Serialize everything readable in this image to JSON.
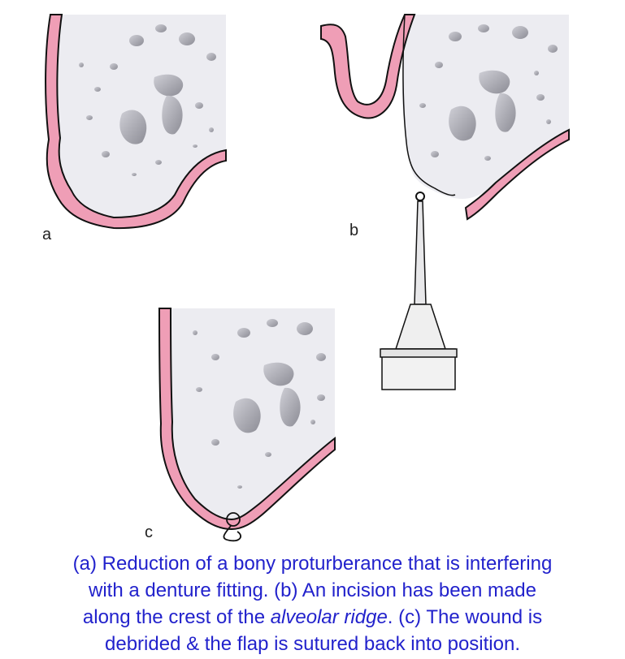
{
  "labels": {
    "a": "a",
    "b": "b",
    "c": "c"
  },
  "colors": {
    "bone": "#ececf1",
    "gum": "#ef9eb6",
    "outline": "#111111",
    "pore": "#9a9aa2",
    "caption": "#2222cc"
  },
  "icons": {
    "instrument": "surgical-bur-icon",
    "suture": "suture-knot-icon"
  },
  "caption": {
    "line1": "(a) Reduction of a bony proturberance that is interfering",
    "line2": "with a denture fitting.  (b) An incision has been made",
    "line3_pre": "along the crest of the ",
    "line3_italic": "alveolar ridge",
    "line3_post": ".  (c) The wound is",
    "line4": "debrided & the flap is sutured back into position."
  }
}
